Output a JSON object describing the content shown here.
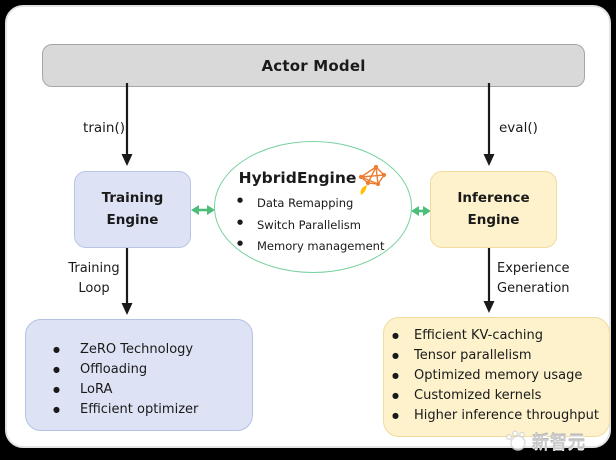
{
  "diagram": {
    "actor_model_label": "Actor Model",
    "edges": {
      "train_label": "train()",
      "eval_label": "eval()",
      "training_loop_label": "Training\nLoop",
      "experience_generation_label": "Experience\nGeneration"
    },
    "training_engine_label": "Training\nEngine",
    "inference_engine_label": "Inference\nEngine",
    "hybrid_engine": {
      "title": "HybridEngine",
      "features": [
        "Data Remapping",
        "Switch Parallelism",
        "Memory management"
      ]
    },
    "training_features": [
      "ZeRO Technology",
      "Offloading",
      "LoRA",
      "Efficient optimizer"
    ],
    "inference_features": [
      "Efficient KV-caching",
      "Tensor parallelism",
      "Optimized memory usage",
      "Customized kernels",
      "Higher inference throughput"
    ],
    "watermark_text": "新智元",
    "colors": {
      "actor_fill": "#d9d9d9",
      "actor_border": "#a6a6a6",
      "training_fill": "#dde3f4",
      "training_border": "#b9c4e6",
      "inference_fill": "#fdf2cc",
      "inference_border": "#f0dc9e",
      "green_arrow": "#4dbd7c",
      "ellipse_border": "#77d29e",
      "icon_orange": "#ed7d31",
      "icon_flame": "#ffc000",
      "black_arrow": "#1a1a1a"
    }
  }
}
